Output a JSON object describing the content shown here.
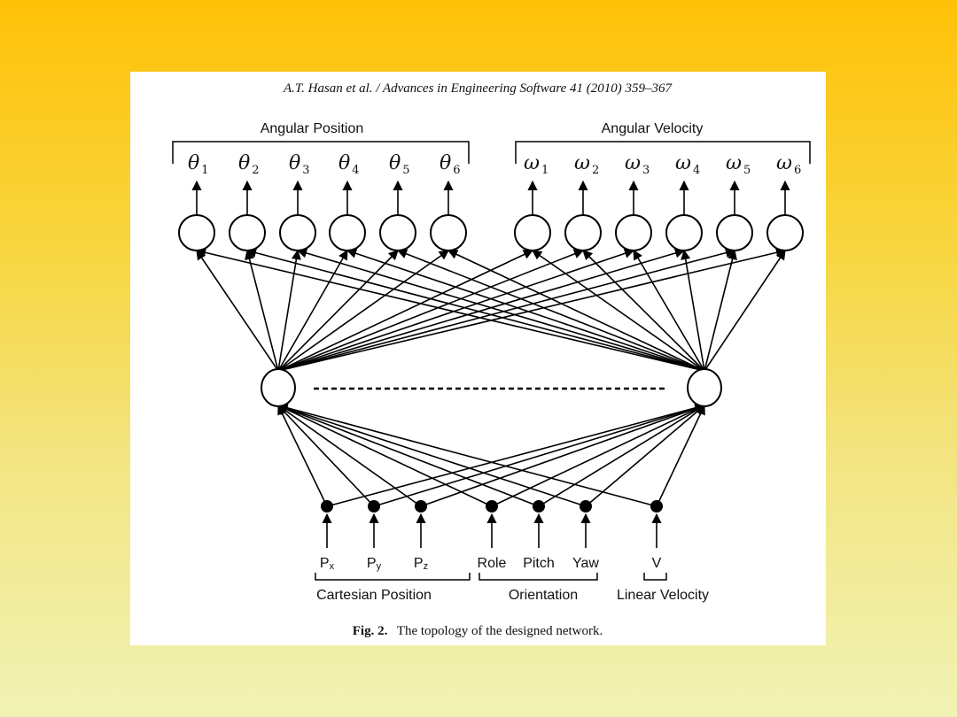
{
  "header": "A.T. Hasan et al. / Advances in Engineering Software 41 (2010) 359–367",
  "caption": {
    "label": "Fig. 2.",
    "text": "The topology of the designed network."
  },
  "outputs": {
    "left_group": "Angular Position",
    "right_group": "Angular Velocity",
    "theta": [
      {
        "symbol": "θ",
        "sub": "1"
      },
      {
        "symbol": "θ",
        "sub": "2"
      },
      {
        "symbol": "θ",
        "sub": "3"
      },
      {
        "symbol": "θ",
        "sub": "4"
      },
      {
        "symbol": "θ",
        "sub": "5"
      },
      {
        "symbol": "θ",
        "sub": "6"
      }
    ],
    "omega": [
      {
        "symbol": "ω",
        "sub": "1"
      },
      {
        "symbol": "ω",
        "sub": "2"
      },
      {
        "symbol": "ω",
        "sub": "3"
      },
      {
        "symbol": "ω",
        "sub": "4"
      },
      {
        "symbol": "ω",
        "sub": "5"
      },
      {
        "symbol": "ω",
        "sub": "6"
      }
    ]
  },
  "inputs": [
    {
      "main": "P",
      "sub": "x"
    },
    {
      "main": "P",
      "sub": "y"
    },
    {
      "main": "P",
      "sub": "z"
    },
    {
      "main": "Role",
      "sub": ""
    },
    {
      "main": "Pitch",
      "sub": ""
    },
    {
      "main": "Yaw",
      "sub": ""
    },
    {
      "main": "V",
      "sub": ""
    }
  ],
  "input_groups": [
    "Cartesian Position",
    "Orientation",
    "Linear Velocity"
  ],
  "colors": {
    "background_top": "#ffc107",
    "background_bottom": "#f1f3b5",
    "figure": "#ffffff",
    "ink": "#000000"
  }
}
